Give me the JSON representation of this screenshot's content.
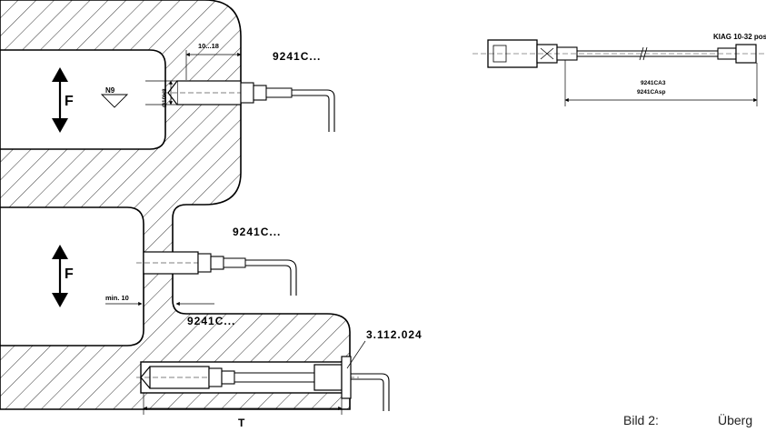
{
  "left_drawing": {
    "sensor_top_label": "9241C...",
    "sensor_mid_label": "9241C...",
    "sensor_bottom_label": "9241C...",
    "accessory_label": "3.112.024",
    "force_label_top": "F",
    "force_label_mid": "F",
    "dim_10_18": "10...18",
    "dim_bore": "Ø10H8",
    "surface_finish": "N9",
    "dim_min10": "min. 10",
    "dim_T": "T"
  },
  "right_drawing": {
    "connector_label": "KIAG 10-32 pos",
    "cable_label_1": "9241CA3",
    "cable_label_2": "9241CAsp"
  },
  "caption": {
    "number": "Bild 2:",
    "text": "Überg"
  }
}
